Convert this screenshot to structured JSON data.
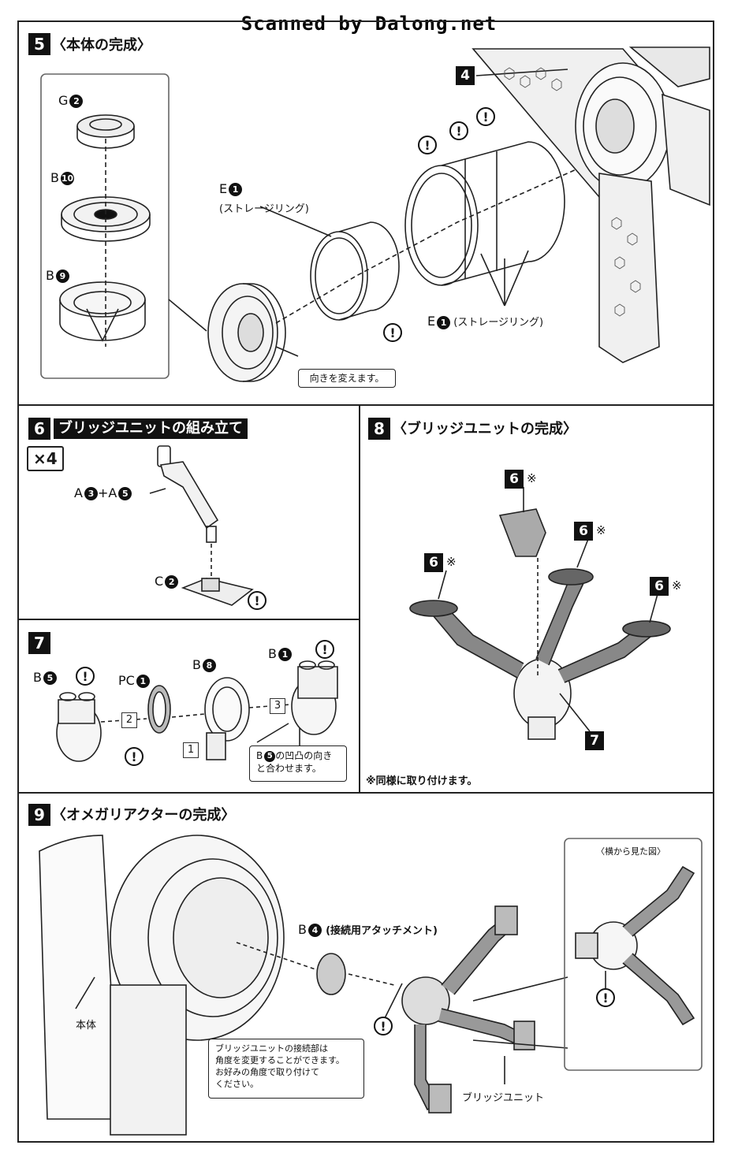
{
  "watermark": "Scanned by Dalong.net",
  "step5": {
    "num": "5",
    "title": "〈本体の完成〉",
    "part_g": "G",
    "part_g_num": "2",
    "part_b10": "B",
    "part_b10_num": "10",
    "part_b9": "B",
    "part_b9_num": "9",
    "part_e_top": "E",
    "part_e_top_num": "1",
    "storage_ring": "(ストレージリング)",
    "part_e_bottom": "E",
    "part_e_bottom_num": "1",
    "storage_ring_bottom": "(ストレージリング)",
    "turn_note": "向きを変えます。",
    "ref_tag": "4"
  },
  "step6": {
    "num": "6",
    "title": "ブリッジユニットの組み立て",
    "multiplier": "×4",
    "parts_a": "A",
    "parts_a_num1": "3",
    "parts_plus": "+A",
    "parts_a_num2": "5",
    "part_c": "C",
    "part_c_num": "2"
  },
  "step7": {
    "num": "7",
    "part_b5": "B",
    "part_b5_num": "5",
    "part_pc": "PC",
    "part_pc_num": "1",
    "part_b8": "B",
    "part_b8_num": "8",
    "part_b1": "B",
    "part_b1_num": "1",
    "order_1": "1",
    "order_2": "2",
    "order_3": "3",
    "align_note_line1": "B",
    "align_note_num": "5",
    "align_note_line1b": "の凹凸の向き",
    "align_note_line2": "と合わせます。"
  },
  "step8": {
    "num": "8",
    "title": "〈ブリッジユニットの完成〉",
    "ref6": "6",
    "asterisk": "※",
    "ref7": "7",
    "same_note": "※同様に取り付けます。"
  },
  "step9": {
    "num": "9",
    "title": "〈オメガリアクターの完成〉",
    "side_view": "〈横から見た図〉",
    "part_b4": "B",
    "part_b4_num": "4",
    "attachment": "(接続用アタッチメント)",
    "body_label": "本体",
    "bridge_label": "ブリッジユニット",
    "angle_note_line1": "ブリッジユニットの接続部は",
    "angle_note_line2": "角度を変更することができます。",
    "angle_note_line3": "お好みの角度で取り付けて",
    "angle_note_line4": "ください。"
  },
  "warn_symbol": "!"
}
